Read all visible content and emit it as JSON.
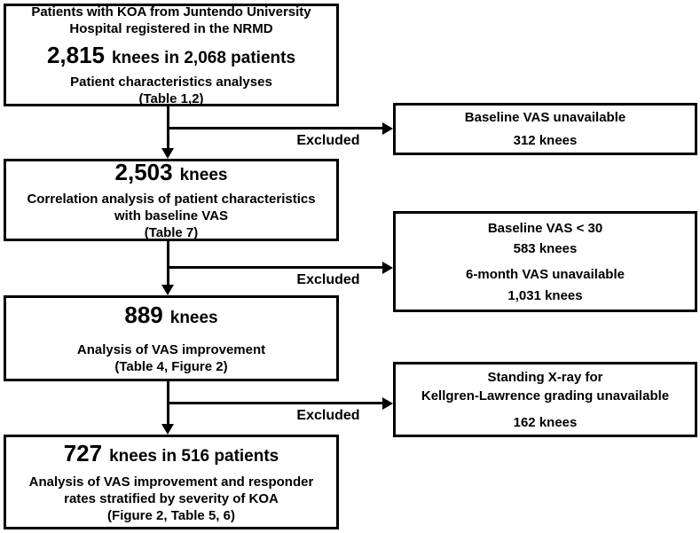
{
  "flowchart": {
    "main_boxes": [
      {
        "id": "registry",
        "title_line1": "Patients with KOA from Juntendo University",
        "title_line2": "Hospital registered in the NRMD",
        "stat_number": "2,815",
        "stat_text": "knees in 2,068 patients",
        "desc_line1": "Patient characteristics analyses",
        "desc_line2": "(Table 1,2)"
      },
      {
        "id": "correlation-analysis",
        "stat_number": "2,503",
        "stat_text": "knees",
        "desc_line1": "Correlation analysis of patient characteristics",
        "desc_line2": "with baseline VAS",
        "desc_line3": "(Table 7)"
      },
      {
        "id": "vas-improvement",
        "stat_number": "889",
        "stat_text": "knees",
        "desc_line1": "Analysis of VAS improvement",
        "desc_line2": "(Table 4, Figure 2)"
      },
      {
        "id": "stratified-analysis",
        "stat_number": "727",
        "stat_text": "knees in 516 patients",
        "desc_line1": "Analysis of VAS improvement and responder",
        "desc_line2": "rates stratified by severity of KOA",
        "desc_line3": "(Figure 2, Table 5, 6)"
      }
    ],
    "excluded_boxes": [
      {
        "line1": "Baseline VAS unavailable",
        "line2": "312 knees"
      },
      {
        "line1": "Baseline VAS < 30",
        "line2": "583 knees",
        "line3": "6-month VAS unavailable",
        "line4": "1,031 knees"
      },
      {
        "line1": "Standing X-ray for",
        "line2": "Kellgren-Lawrence grading unavailable",
        "line3": "162 knees"
      }
    ],
    "edge_label": "Excluded",
    "colors": {
      "border": "#000000",
      "background": "#ffffff",
      "text": "#000000"
    }
  }
}
